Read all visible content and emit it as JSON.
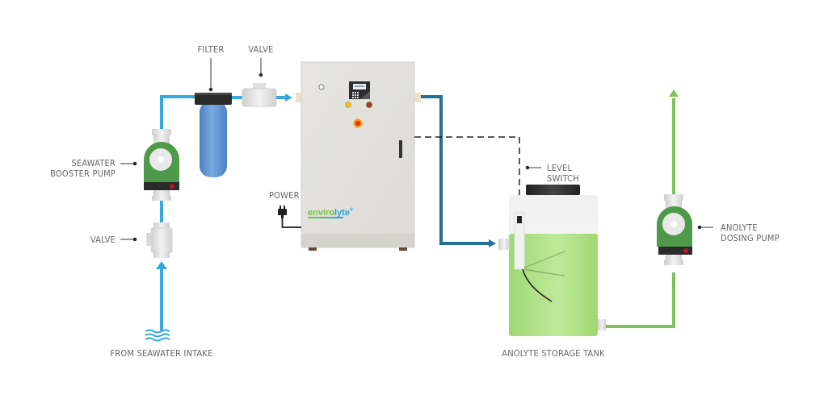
{
  "title": "Envirolyte seawater anolyte generation process diagram",
  "labels": {
    "filter": "FILTER",
    "valve_top": "VALVE",
    "booster_pump_line1": "SEAWATER",
    "booster_pump_line2": "BOOSTER PUMP",
    "valve_bottom": "VALVE",
    "seawater_intake": "FROM SEAWATER INTAKE",
    "power": "POWER",
    "level_switch_line1": "LEVEL",
    "level_switch_line2": "SWITCH",
    "storage_tank": "ANOLYTE STORAGE TANK",
    "dosing_pump_line1": "ANOLYTE",
    "dosing_pump_line2": "DOSING PUMP"
  },
  "brand": {
    "part1": "enviro",
    "part2": "lyte",
    "mark": "®"
  },
  "colors": {
    "seawater_pipe": "#36a9e1",
    "anolyte_out_pipe": "#246f96",
    "anolyte_green_pipe": "#7dc35b",
    "pump_green": "#4f9a4a",
    "filter_blue": "#5b8fd0",
    "cabinet": "#e3e2dc",
    "tank_liquid": "#a6dd7a"
  }
}
